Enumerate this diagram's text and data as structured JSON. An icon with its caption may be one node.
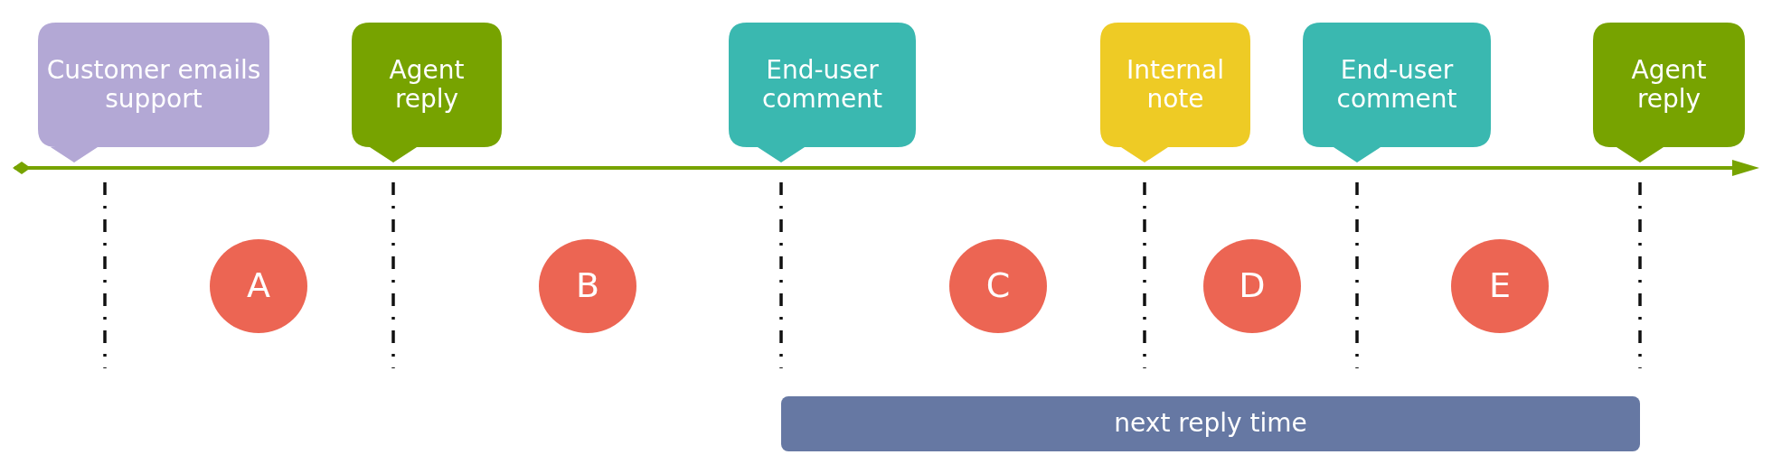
{
  "diagram": {
    "nodes": [
      {
        "text": [
          "Customer emails support"
        ]
      },
      {
        "text": [
          "Agent reply"
        ]
      },
      {
        "text": [
          "End-user comment"
        ]
      },
      {
        "text": [
          "Internal note"
        ]
      },
      {
        "text": [
          "End-user comment"
        ]
      },
      {
        "text": [
          "Agent reply"
        ]
      },
      {
        "text": [
          "A"
        ]
      },
      {
        "text": [
          "B"
        ]
      },
      {
        "text": [
          "C"
        ]
      },
      {
        "text": [
          "D"
        ]
      },
      {
        "text": [
          "E"
        ]
      },
      {
        "text": [
          "next reply time"
        ]
      }
    ]
  }
}
